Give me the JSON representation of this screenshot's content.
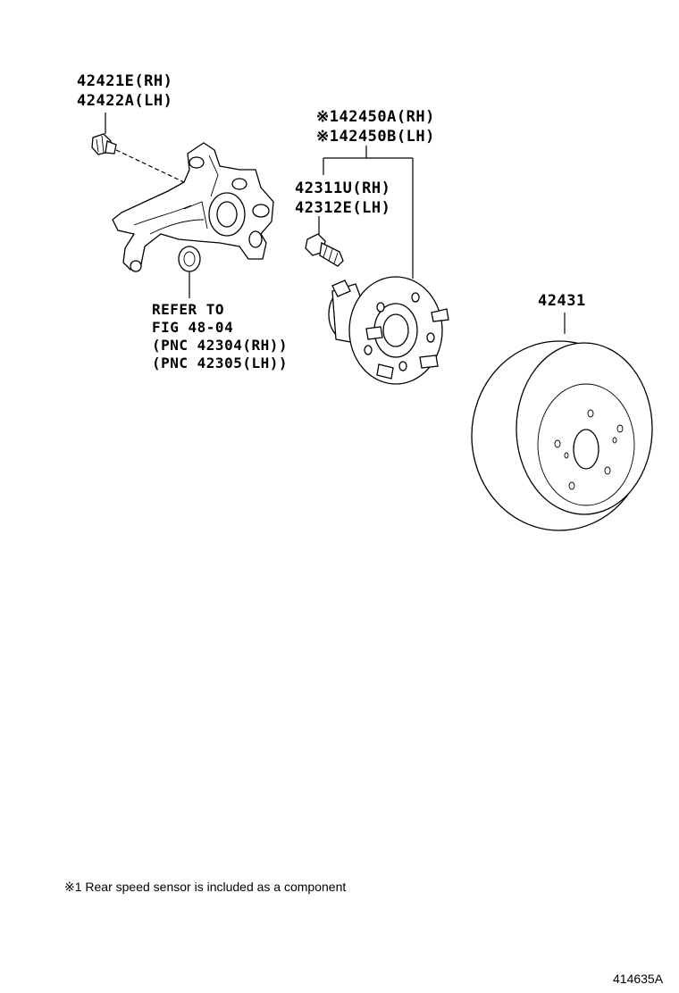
{
  "callouts": {
    "knuckle_bolt": {
      "rh": "42421E(RH)",
      "lh": "42422A(LH)"
    },
    "hub_assembly": {
      "rh": "※142450A(RH)",
      "lh": "※142450B(LH)"
    },
    "hub_bolt": {
      "rh": "42311U(RH)",
      "lh": "42312E(LH)"
    },
    "disc": "42431",
    "knuckle_ref": {
      "line1": "REFER TO",
      "line2": "FIG 48-04",
      "line3": "(PNC 42304(RH))",
      "line4": "(PNC 42305(LH))"
    }
  },
  "footnote": "※1 Rear speed sensor is included as a component",
  "figure_id": "414635A"
}
